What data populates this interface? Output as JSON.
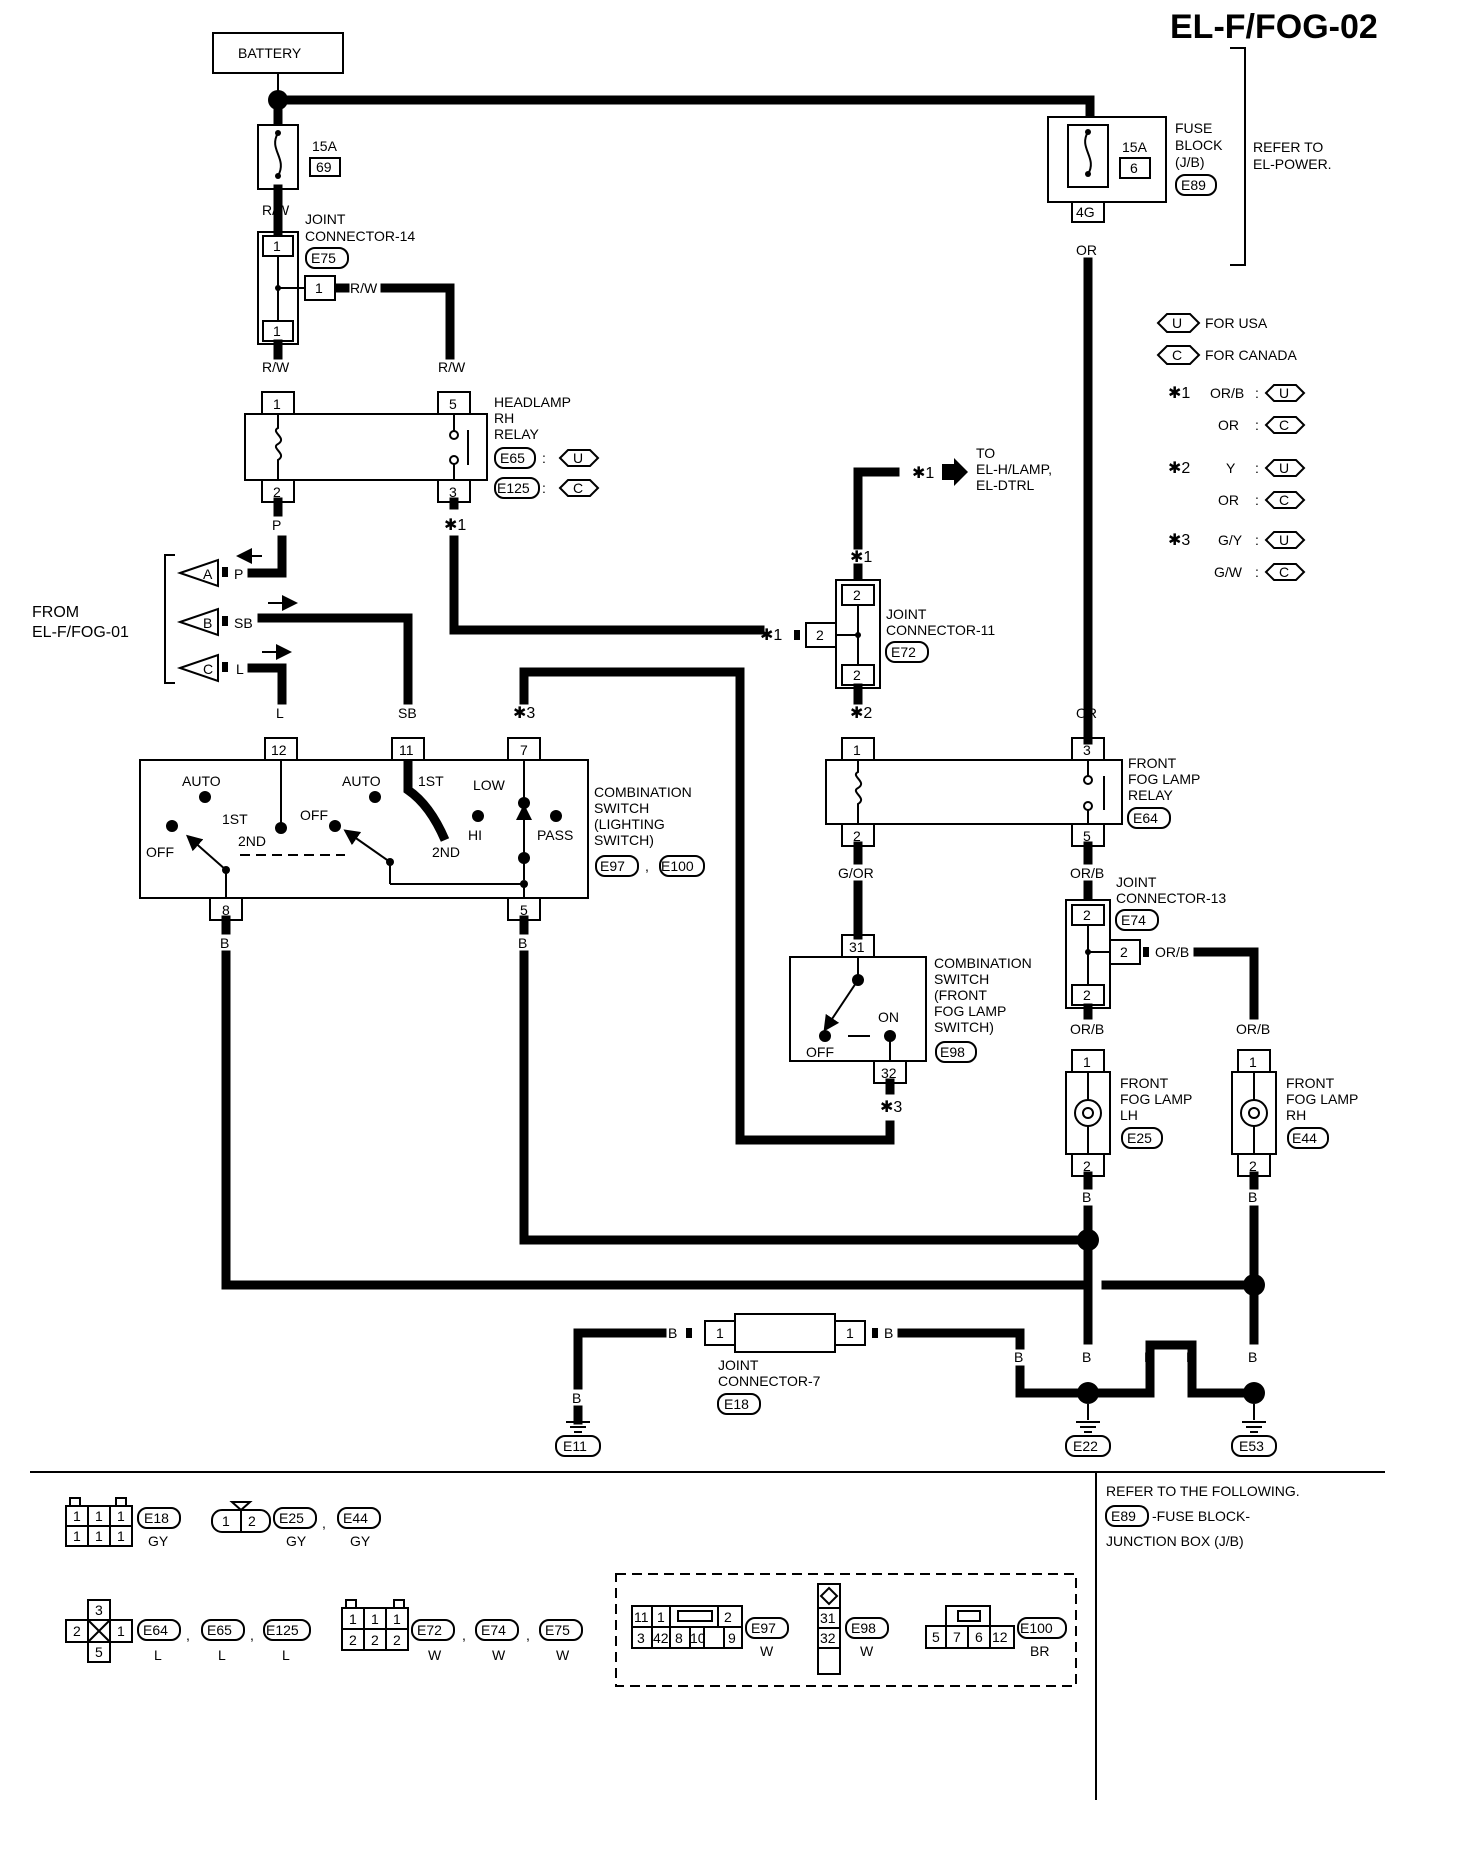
{
  "title": "EL-F/FOG-02",
  "battery": "BATTERY",
  "fuse_left": {
    "amps": "15A",
    "num": "69"
  },
  "fuse_right": {
    "amps": "15A",
    "num": "6",
    "pin": "4G",
    "l1": "FUSE",
    "l2": "BLOCK",
    "l3": "(J/B)",
    "code": "E89"
  },
  "refer_power": [
    "REFER TO",
    "EL-POWER."
  ],
  "legend": {
    "usa": "FOR USA",
    "canada": "FOR CANADA",
    "u": "U",
    "c": "C",
    "notes": [
      {
        "star": "✱1",
        "rows": [
          "OR/B",
          "OR"
        ]
      },
      {
        "star": "✱2",
        "rows": [
          "Y",
          "OR"
        ]
      },
      {
        "star": "✱3",
        "rows": [
          "G/Y",
          "G/W"
        ]
      }
    ]
  },
  "jc14": {
    "l1": "JOINT",
    "l2": "CONNECTOR-14",
    "code": "E75",
    "pin": "1"
  },
  "headlamp_relay": {
    "l1": "HEADLAMP",
    "l2": "RH",
    "l3": "RELAY",
    "code1": "E65",
    "code2": "E125",
    "pins": [
      "1",
      "2",
      "5",
      "3"
    ]
  },
  "to_htamp": [
    "TO",
    "EL-H/LAMP,",
    "EL-DTRL"
  ],
  "from": [
    "FROM",
    "EL-F/FOG-01"
  ],
  "from_pins": [
    {
      "c": "A",
      "w": "P"
    },
    {
      "c": "B",
      "w": "SB"
    },
    {
      "c": "C",
      "w": "L"
    }
  ],
  "jc11": {
    "l1": "JOINT",
    "l2": "CONNECTOR-11",
    "code": "E72",
    "pin": "2"
  },
  "comb_lighting": {
    "l1": "COMBINATION",
    "l2": "SWITCH",
    "l3": "(LIGHTING",
    "l4": "SWITCH)",
    "code1": "E97",
    "code2": "E100",
    "pins": [
      "12",
      "11",
      "7",
      "8",
      "5"
    ],
    "labels": {
      "auto": "AUTO",
      "first": "1ST",
      "second": "2ND",
      "off": "OFF",
      "low": "LOW",
      "hi": "HI",
      "pass": "PASS"
    }
  },
  "fog_relay": {
    "l1": "FRONT",
    "l2": "FOG LAMP",
    "l3": "RELAY",
    "code": "E64",
    "pins": [
      "1",
      "2",
      "3",
      "5"
    ]
  },
  "jc13": {
    "l1": "JOINT",
    "l2": "CONNECTOR-13",
    "code": "E74",
    "pin": "2"
  },
  "comb_fog": {
    "l1": "COMBINATION",
    "l2": "SWITCH",
    "l3": "(FRONT",
    "l4": "FOG LAMP",
    "l5": "SWITCH)",
    "code": "E98",
    "pins": [
      "31",
      "32"
    ],
    "on": "ON",
    "off": "OFF"
  },
  "lamp_lh": {
    "l1": "FRONT",
    "l2": "FOG LAMP",
    "l3": "LH",
    "code": "E25",
    "pins": [
      "1",
      "2"
    ]
  },
  "lamp_rh": {
    "l1": "FRONT",
    "l2": "FOG LAMP",
    "l3": "RH",
    "code": "E44",
    "pins": [
      "1",
      "2"
    ]
  },
  "jc7": {
    "l1": "JOINT",
    "l2": "CONNECTOR-7",
    "code": "E18",
    "pin": "1"
  },
  "grounds": [
    "E11",
    "E22",
    "E53"
  ],
  "wires": {
    "rw": "R/W",
    "p": "P",
    "or": "OR",
    "orb": "OR/B",
    "gor": "G/OR",
    "b": "B",
    "sb": "SB",
    "l": "L",
    "s1": "✱1",
    "s2": "✱2",
    "s3": "✱3"
  },
  "refer_following": [
    "REFER TO THE FOLLOWING.",
    "-FUSE BLOCK-",
    "JUNCTION BOX (J/B)"
  ],
  "refer_code": "E89",
  "connectors": {
    "e18": {
      "code": "E18",
      "color": "GY",
      "pins": [
        "1",
        "1",
        "1",
        "1",
        "1",
        "1"
      ]
    },
    "e25": {
      "code": "E25",
      "code2": "E44",
      "color": "GY",
      "pins": [
        "1",
        "2"
      ]
    },
    "e64": {
      "code": "E64",
      "code2": "E65",
      "code3": "E125",
      "color": "L",
      "pins": [
        "3",
        "2",
        "1",
        "5"
      ]
    },
    "e72": {
      "code": "E72",
      "code2": "E74",
      "code3": "E75",
      "color": "W",
      "pins": [
        "1",
        "1",
        "1",
        "2",
        "2",
        "2"
      ]
    },
    "e97": {
      "code": "E97",
      "color": "W",
      "top": [
        "11",
        "1",
        "2"
      ],
      "bottom": [
        "3",
        "42",
        "8",
        "10",
        "9"
      ]
    },
    "e98": {
      "code": "E98",
      "color": "W",
      "pins": [
        "31",
        "32"
      ]
    },
    "e100": {
      "code": "E100",
      "color": "BR",
      "pins": [
        "5",
        "7",
        "6",
        "12"
      ]
    }
  }
}
